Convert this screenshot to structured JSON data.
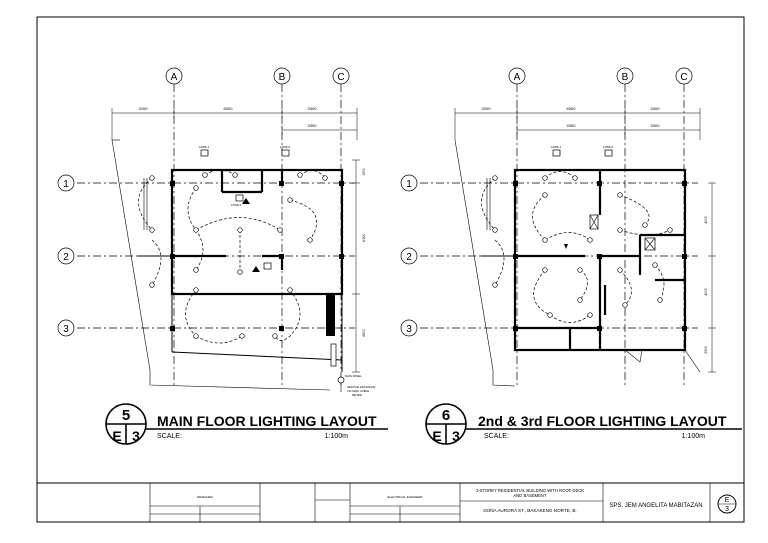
{
  "grid": {
    "columns": [
      "A",
      "B",
      "C"
    ],
    "rows": [
      "1",
      "2",
      "3"
    ]
  },
  "plan_left": {
    "dims_top": [
      "3200",
      "6000",
      "3300"
    ],
    "dims_top_inner": [
      "3300"
    ],
    "dims_right": [
      "1500",
      "4,900",
      "6600"
    ],
    "fixture_labels": [
      "LPR6-1",
      "LPR6-2",
      "LPR6-3"
    ],
    "note_lines": [
      "MAIN PANEL",
      "SERVICE ENTRANCE",
      "VIA MAIN CABLE",
      "METER"
    ]
  },
  "plan_right": {
    "dims_top": [
      "3200",
      "6000",
      "3300"
    ],
    "dims_top_inner": [
      "4300",
      "3300"
    ],
    "dims_right": [
      "4000",
      "4000",
      "2300"
    ],
    "fixture_labels": [
      "LPR6-1",
      "LPR6-2"
    ]
  },
  "drawing_left": {
    "number": "5",
    "sheet": "E",
    "sheet_num": "3",
    "title": "MAIN FLOOR LIGHTING LAYOUT",
    "scale_label": "SCALE:",
    "scale_value": "1:100m"
  },
  "drawing_right": {
    "number": "6",
    "sheet": "E",
    "sheet_num": "3",
    "title": "2nd & 3rd FLOOR LIGHTING LAYOUT",
    "scale_label": "SCALE:",
    "scale_value": "1:100m"
  },
  "title_block": {
    "cell_a": "DESIGNED",
    "cell_b": "ELECTRICAL ENGINEER",
    "project_title_1": "3-STOREY RESIDENTIAL BUILDING WITH ROOF DECK",
    "project_title_2": "AND BASEMENT",
    "location": "DOÑA AURORA ST., BAKAKENG NORTE, B.",
    "owner": "SPS. JEM ANGELITA MABITAZAN",
    "sheet_top": "E",
    "sheet_bottom": "3"
  }
}
